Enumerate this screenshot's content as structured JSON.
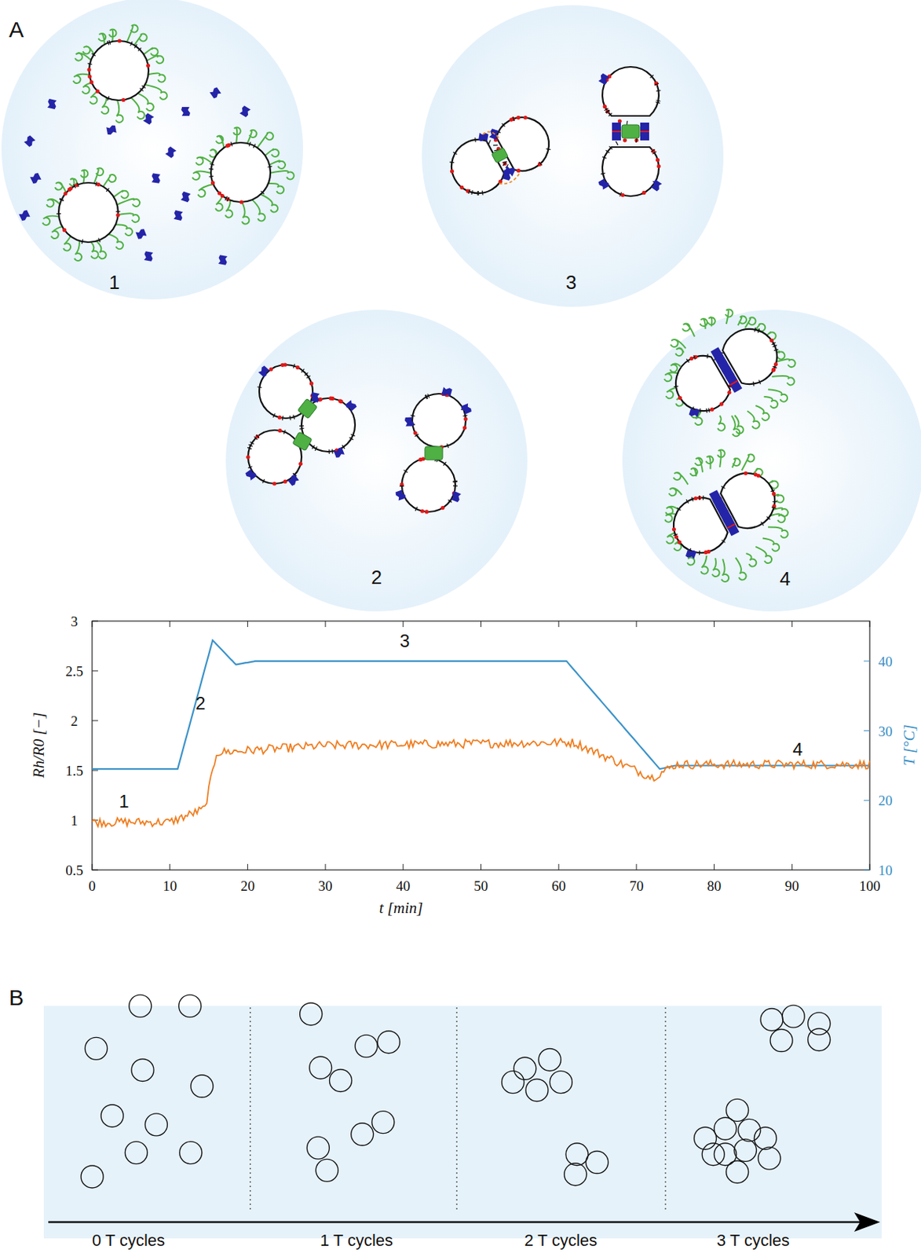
{
  "diagram": {
    "labels": [
      "A",
      "1",
      "3",
      "2",
      "4",
      "3",
      "2.5",
      "2",
      "1.5",
      "1",
      "0.5",
      "Rh/R0 [−]",
      "0",
      "10",
      "20",
      "30",
      "40",
      "50",
      "60",
      "70",
      "80",
      "90",
      "100",
      "t [min]",
      "40",
      "30",
      "20",
      "10",
      "T [°C]",
      "1",
      "2",
      "3",
      "4",
      "B",
      "0 T cycles",
      "1 T cycles",
      "2 T cycles",
      "3 T cycles"
    ]
  }
}
